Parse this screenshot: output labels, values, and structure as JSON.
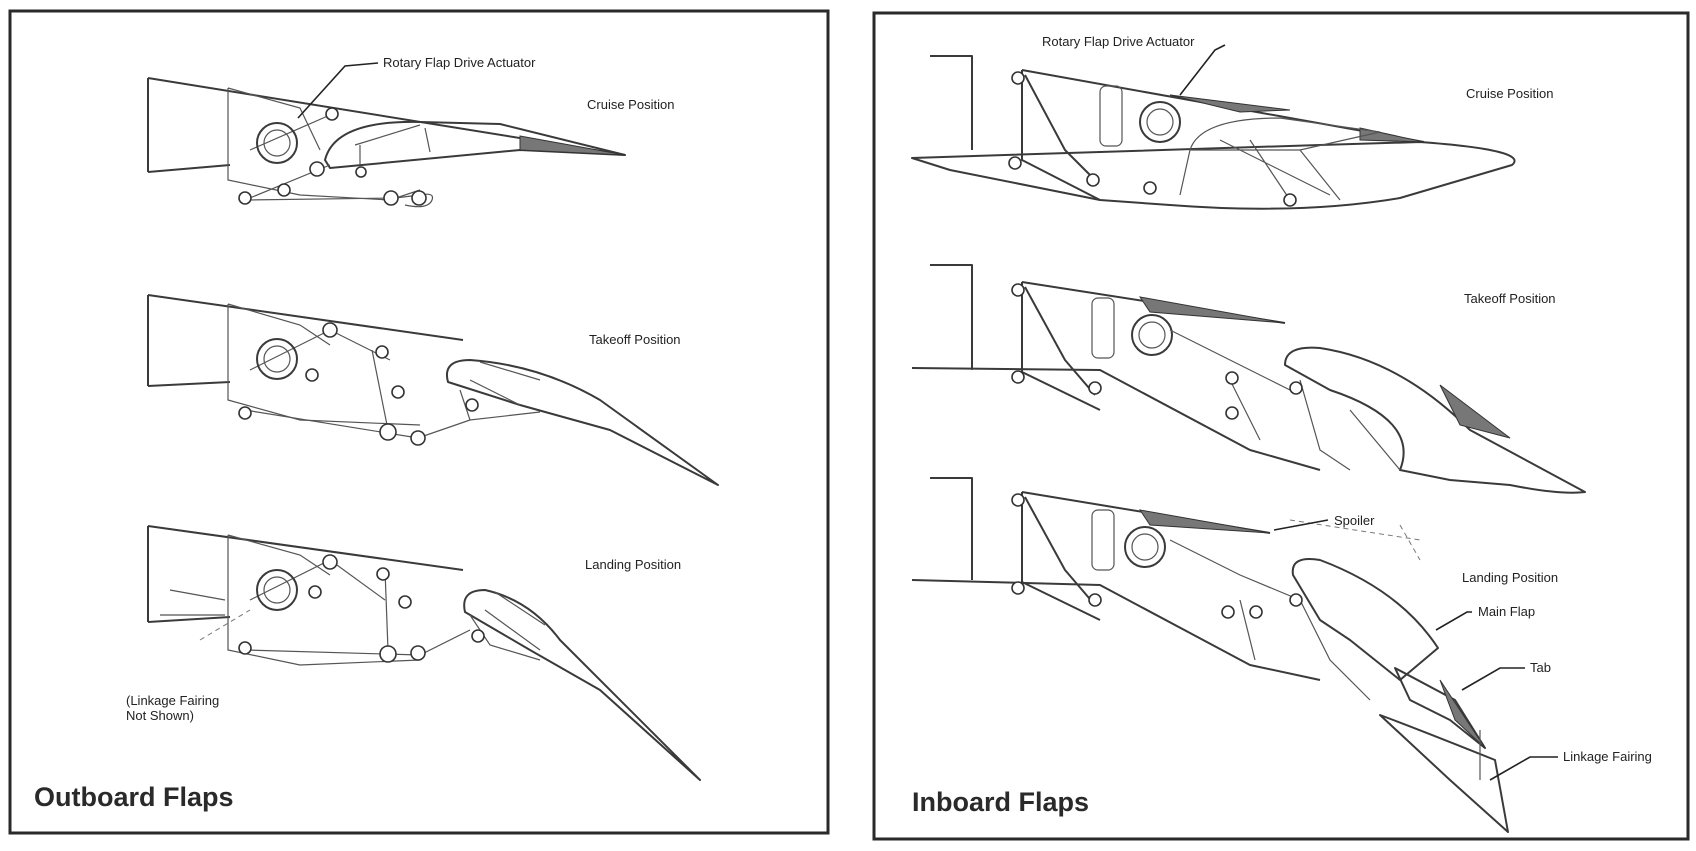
{
  "outboard": {
    "title": "Outboard Flaps",
    "actuator_label": "Rotary Flap Drive Actuator",
    "positions": {
      "cruise": "Cruise Position",
      "takeoff": "Takeoff Position",
      "landing": "Landing Position"
    },
    "note_line1": "(Linkage Fairing",
    "note_line2": "Not Shown)"
  },
  "inboard": {
    "title": "Inboard Flaps",
    "actuator_label": "Rotary Flap Drive Actuator",
    "positions": {
      "cruise": "Cruise Position",
      "takeoff": "Takeoff Position",
      "landing": "Landing Position"
    },
    "callouts": {
      "spoiler": "Spoiler",
      "main_flap": "Main Flap",
      "tab": "Tab",
      "linkage_fairing": "Linkage Fairing"
    }
  }
}
